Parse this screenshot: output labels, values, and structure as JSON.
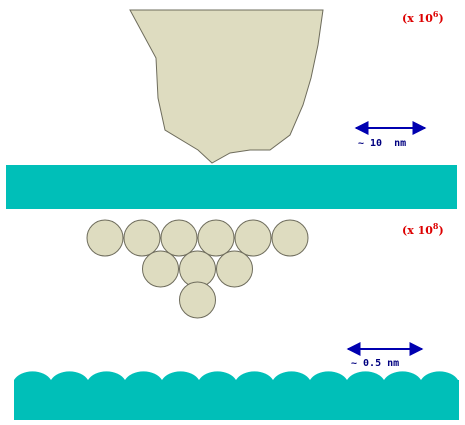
{
  "top_panel": {
    "magnification": {
      "base": "(x 10",
      "exponent": "6",
      "close": ")"
    },
    "scale_label": "~ 10  nm"
  },
  "bottom_panel": {
    "magnification": {
      "base": "(x 10",
      "exponent": "8",
      "close": ")"
    },
    "scale_label": "~ 0.5 nm"
  },
  "colors": {
    "tip_fill": "#dedcc0",
    "tip_stroke": "#6e6c5c",
    "surface": "#00bfb8",
    "scale_arrow": "#0000b0",
    "magnification_text": "#dd0000",
    "scale_text": "#000080"
  },
  "atom_rows": [
    6,
    3,
    1
  ]
}
